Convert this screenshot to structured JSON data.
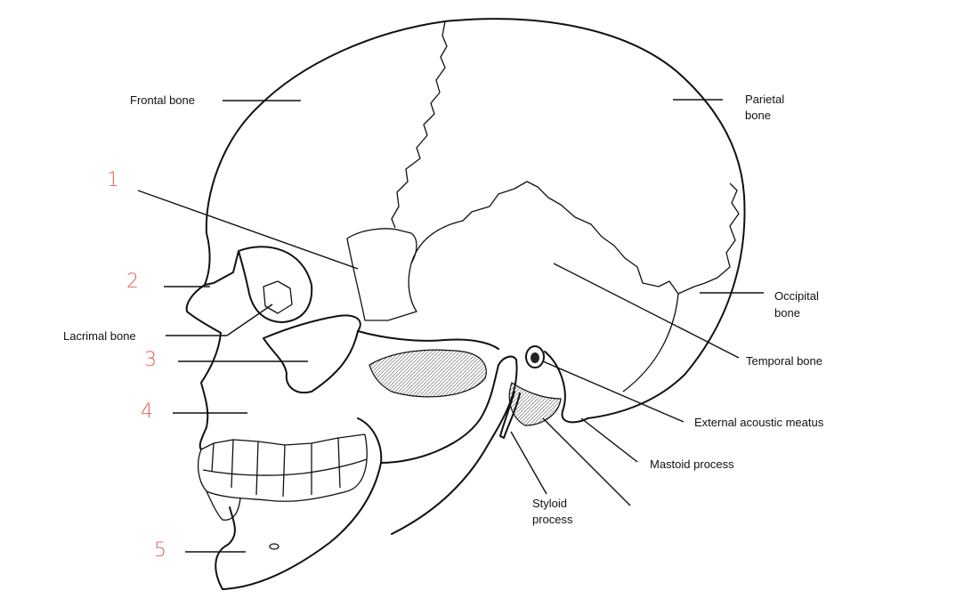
{
  "labels": {
    "frontal": "Frontal bone",
    "parietal_1": "Parietal",
    "parietal_2": "bone",
    "occipital_1": "Occipital",
    "occipital_2": "bone",
    "temporal": "Temporal bone",
    "lacrimal": "Lacrimal bone",
    "acoustic": "External acoustic meatus",
    "mastoid": "Mastoid process",
    "styloid_1": "Styloid",
    "styloid_2": "process"
  },
  "numbers": {
    "n1": "1",
    "n2": "2",
    "n3": "3",
    "n4": "4",
    "n5": "5"
  },
  "colors": {
    "number_ink": "#e0605a",
    "line_ink": "#111111"
  }
}
